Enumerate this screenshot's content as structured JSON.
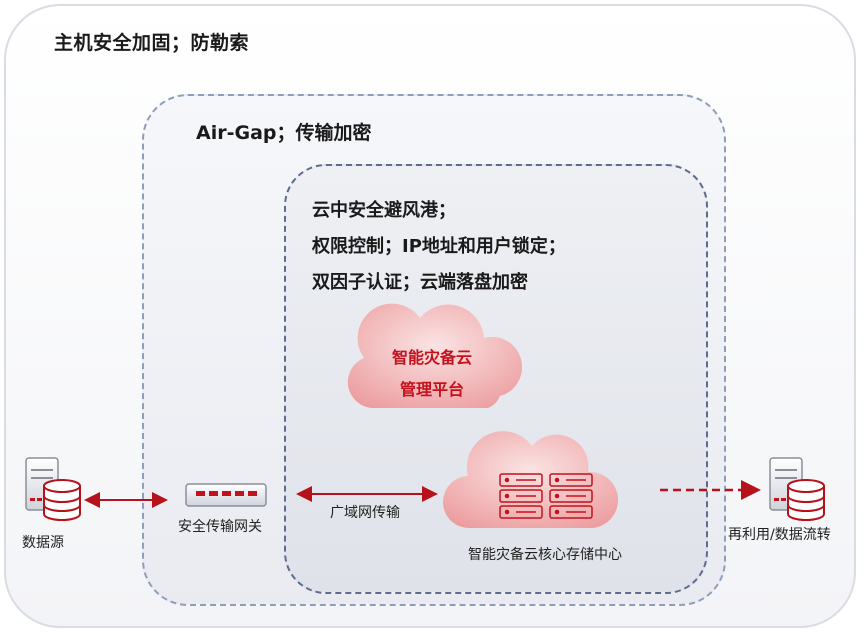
{
  "layers": {
    "outer_title": "主机安全加固；防勒索",
    "mid_title": "Air-Gap；传输加密",
    "inner_lines": [
      "云中安全避风港；",
      "权限控制；IP地址和用户锁定；",
      "双因子认证；云端落盘加密"
    ]
  },
  "nodes": {
    "data_source": "数据源",
    "gateway": "安全传输网关",
    "wan": "广域网传输",
    "mgmt_cloud_line1": "智能灾备云",
    "mgmt_cloud_line2": "管理平台",
    "storage_center": "智能灾备云核心存储中心",
    "reuse": "再利用/数据流转"
  },
  "colors": {
    "accent_red": "#c4111b",
    "border_dark": "#5d6c8f",
    "border_light": "#8e9dba"
  }
}
